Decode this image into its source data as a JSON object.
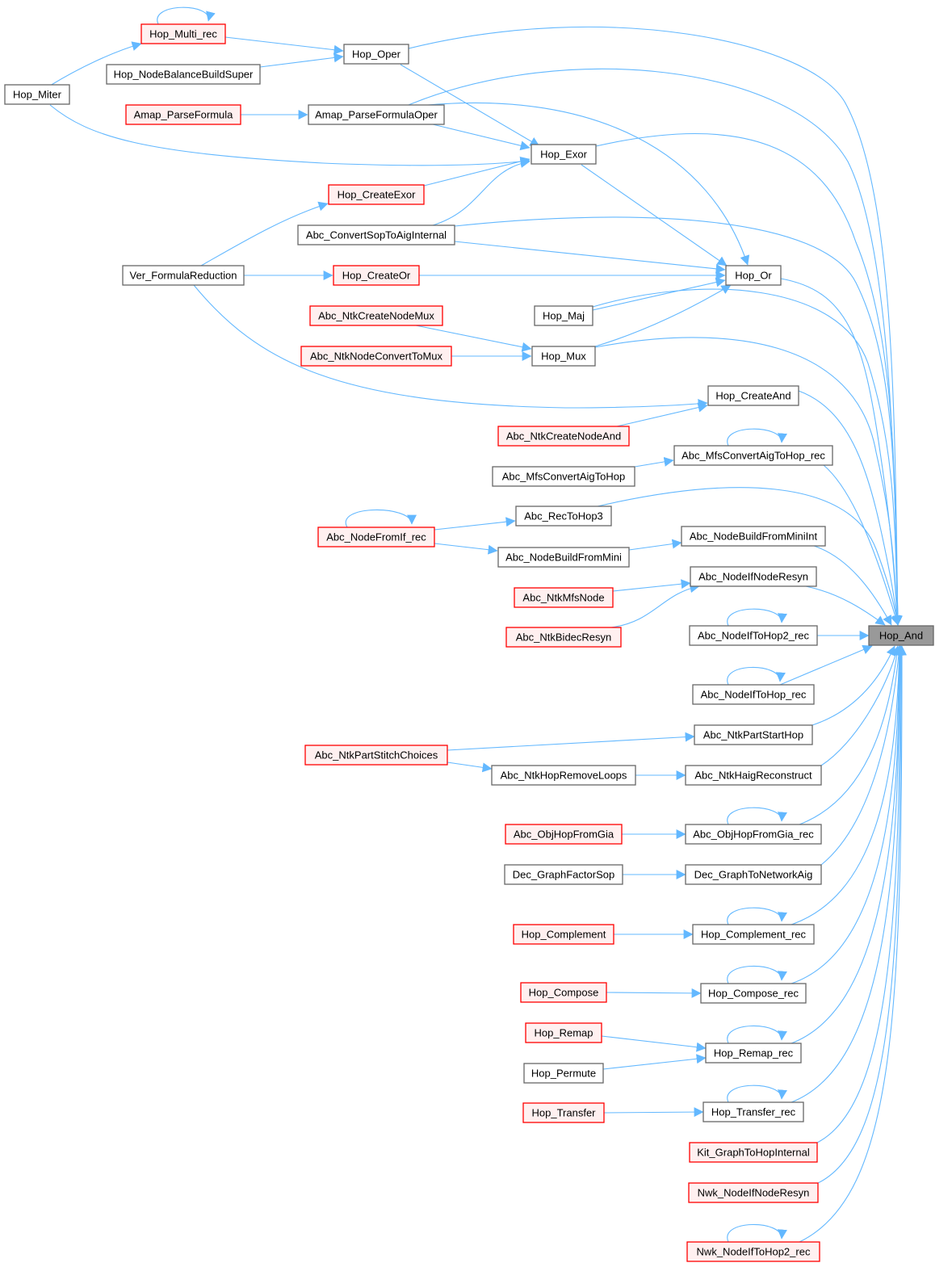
{
  "colors": {
    "edge": "#63b8ff",
    "normal_border": "#666666",
    "normal_fill": "#ffffff",
    "truncated_border": "#ff0000",
    "truncated_fill": "#fff0f0",
    "target_fill": "#999999",
    "target_border": "#666666"
  },
  "target": "Hop_And",
  "nodes": [
    {
      "id": "hop_and",
      "label": "Hop_And",
      "style": "target"
    },
    {
      "id": "hop_multi_rec",
      "label": "Hop_Multi_rec",
      "style": "truncated"
    },
    {
      "id": "hop_oper",
      "label": "Hop_Oper",
      "style": "normal"
    },
    {
      "id": "hop_nodebalancebuildsuper",
      "label": "Hop_NodeBalanceBuildSuper",
      "style": "normal"
    },
    {
      "id": "hop_miter",
      "label": "Hop_Miter",
      "style": "normal"
    },
    {
      "id": "amap_parseformula",
      "label": "Amap_ParseFormula",
      "style": "truncated"
    },
    {
      "id": "amap_parseformulaoper",
      "label": "Amap_ParseFormulaOper",
      "style": "normal"
    },
    {
      "id": "hop_exor",
      "label": "Hop_Exor",
      "style": "normal"
    },
    {
      "id": "hop_createexor",
      "label": "Hop_CreateExor",
      "style": "truncated"
    },
    {
      "id": "abc_convertsoptoaiginternal",
      "label": "Abc_ConvertSopToAigInternal",
      "style": "normal"
    },
    {
      "id": "ver_formulareduction",
      "label": "Ver_FormulaReduction",
      "style": "normal"
    },
    {
      "id": "hop_createor",
      "label": "Hop_CreateOr",
      "style": "truncated"
    },
    {
      "id": "hop_or",
      "label": "Hop_Or",
      "style": "normal"
    },
    {
      "id": "abc_ntkcreatenodemux",
      "label": "Abc_NtkCreateNodeMux",
      "style": "truncated"
    },
    {
      "id": "hop_maj",
      "label": "Hop_Maj",
      "style": "normal"
    },
    {
      "id": "abc_ntknodeconverttomux",
      "label": "Abc_NtkNodeConvertToMux",
      "style": "truncated"
    },
    {
      "id": "hop_mux",
      "label": "Hop_Mux",
      "style": "normal"
    },
    {
      "id": "hop_createand",
      "label": "Hop_CreateAnd",
      "style": "normal"
    },
    {
      "id": "abc_ntkcreatenodeand",
      "label": "Abc_NtkCreateNodeAnd",
      "style": "truncated"
    },
    {
      "id": "abc_mfsconvertaigtohop_rec",
      "label": "Abc_MfsConvertAigToHop_rec",
      "style": "normal"
    },
    {
      "id": "abc_mfsconvertaigtohop",
      "label": "Abc_MfsConvertAigToHop",
      "style": "normal"
    },
    {
      "id": "abc_rectohop3",
      "label": "Abc_RecToHop3",
      "style": "normal"
    },
    {
      "id": "abc_nodefromif_rec",
      "label": "Abc_NodeFromIf_rec",
      "style": "truncated"
    },
    {
      "id": "abc_nodebuildfromminiint",
      "label": "Abc_NodeBuildFromMiniInt",
      "style": "normal"
    },
    {
      "id": "abc_nodebuildfrommini",
      "label": "Abc_NodeBuildFromMini",
      "style": "normal"
    },
    {
      "id": "abc_nodeifnoderesyn",
      "label": "Abc_NodeIfNodeResyn",
      "style": "normal"
    },
    {
      "id": "abc_ntkmfsnode",
      "label": "Abc_NtkMfsNode",
      "style": "truncated"
    },
    {
      "id": "abc_ntkbidecresyn",
      "label": "Abc_NtkBidecResyn",
      "style": "truncated"
    },
    {
      "id": "abc_nodeiftohop2_rec",
      "label": "Abc_NodeIfToHop2_rec",
      "style": "normal"
    },
    {
      "id": "abc_nodeiftohop_rec",
      "label": "Abc_NodeIfToHop_rec",
      "style": "normal"
    },
    {
      "id": "abc_ntkpartstarthop",
      "label": "Abc_NtkPartStartHop",
      "style": "normal"
    },
    {
      "id": "abc_ntkpartstitchchoices",
      "label": "Abc_NtkPartStitchChoices",
      "style": "truncated"
    },
    {
      "id": "abc_ntkhopremoveloops",
      "label": "Abc_NtkHopRemoveLoops",
      "style": "normal"
    },
    {
      "id": "abc_ntkhaigreconstruct",
      "label": "Abc_NtkHaigReconstruct",
      "style": "normal"
    },
    {
      "id": "abc_objhopfromgia",
      "label": "Abc_ObjHopFromGia",
      "style": "truncated"
    },
    {
      "id": "abc_objhopfromgia_rec",
      "label": "Abc_ObjHopFromGia_rec",
      "style": "normal"
    },
    {
      "id": "dec_graphfactorsop",
      "label": "Dec_GraphFactorSop",
      "style": "normal"
    },
    {
      "id": "dec_graphtonetworkaig",
      "label": "Dec_GraphToNetworkAig",
      "style": "normal"
    },
    {
      "id": "hop_complement",
      "label": "Hop_Complement",
      "style": "truncated"
    },
    {
      "id": "hop_complement_rec",
      "label": "Hop_Complement_rec",
      "style": "normal"
    },
    {
      "id": "hop_compose",
      "label": "Hop_Compose",
      "style": "truncated"
    },
    {
      "id": "hop_compose_rec",
      "label": "Hop_Compose_rec",
      "style": "normal"
    },
    {
      "id": "hop_remap",
      "label": "Hop_Remap",
      "style": "truncated"
    },
    {
      "id": "hop_remap_rec",
      "label": "Hop_Remap_rec",
      "style": "normal"
    },
    {
      "id": "hop_permute",
      "label": "Hop_Permute",
      "style": "normal"
    },
    {
      "id": "hop_transfer",
      "label": "Hop_Transfer",
      "style": "truncated"
    },
    {
      "id": "hop_transfer_rec",
      "label": "Hop_Transfer_rec",
      "style": "normal"
    },
    {
      "id": "kit_graphtohopinternal",
      "label": "Kit_GraphToHopInternal",
      "style": "truncated"
    },
    {
      "id": "nwk_nodeifnoderesyn",
      "label": "Nwk_NodeIfNodeResyn",
      "style": "truncated"
    },
    {
      "id": "nwk_nodeiftohop2_rec",
      "label": "Nwk_NodeIfToHop2_rec",
      "style": "truncated"
    }
  ],
  "edges": [
    {
      "from": "hop_multi_rec",
      "to": "hop_multi_rec"
    },
    {
      "from": "hop_multi_rec",
      "to": "hop_oper"
    },
    {
      "from": "hop_miter",
      "to": "hop_multi_rec"
    },
    {
      "from": "hop_nodebalancebuildsuper",
      "to": "hop_oper"
    },
    {
      "from": "hop_oper",
      "to": "hop_exor"
    },
    {
      "from": "hop_oper",
      "to": "hop_and"
    },
    {
      "from": "hop_miter",
      "to": "hop_exor"
    },
    {
      "from": "amap_parseformula",
      "to": "amap_parseformulaoper"
    },
    {
      "from": "amap_parseformulaoper",
      "to": "hop_exor"
    },
    {
      "from": "amap_parseformulaoper",
      "to": "hop_or"
    },
    {
      "from": "amap_parseformulaoper",
      "to": "hop_and"
    },
    {
      "from": "hop_createexor",
      "to": "hop_exor"
    },
    {
      "from": "ver_formulareduction",
      "to": "hop_createexor"
    },
    {
      "from": "abc_convertsoptoaiginternal",
      "to": "hop_exor"
    },
    {
      "from": "abc_convertsoptoaiginternal",
      "to": "hop_or"
    },
    {
      "from": "abc_convertsoptoaiginternal",
      "to": "hop_and"
    },
    {
      "from": "hop_exor",
      "to": "hop_or"
    },
    {
      "from": "hop_exor",
      "to": "hop_and"
    },
    {
      "from": "ver_formulareduction",
      "to": "hop_createor"
    },
    {
      "from": "ver_formulareduction",
      "to": "hop_createand"
    },
    {
      "from": "hop_createor",
      "to": "hop_or"
    },
    {
      "from": "hop_maj",
      "to": "hop_or"
    },
    {
      "from": "hop_maj",
      "to": "hop_and"
    },
    {
      "from": "hop_mux",
      "to": "hop_or"
    },
    {
      "from": "hop_mux",
      "to": "hop_and"
    },
    {
      "from": "hop_or",
      "to": "hop_and"
    },
    {
      "from": "abc_ntkcreatenodemux",
      "to": "hop_mux"
    },
    {
      "from": "abc_ntknodeconverttomux",
      "to": "hop_mux"
    },
    {
      "from": "abc_ntkcreatenodeand",
      "to": "hop_createand"
    },
    {
      "from": "hop_createand",
      "to": "hop_and"
    },
    {
      "from": "abc_mfsconvertaigtohop_rec",
      "to": "abc_mfsconvertaigtohop_rec"
    },
    {
      "from": "abc_mfsconvertaigtohop",
      "to": "abc_mfsconvertaigtohop_rec"
    },
    {
      "from": "abc_mfsconvertaigtohop_rec",
      "to": "hop_and"
    },
    {
      "from": "abc_nodefromif_rec",
      "to": "abc_nodefromif_rec"
    },
    {
      "from": "abc_nodefromif_rec",
      "to": "abc_rectohop3"
    },
    {
      "from": "abc_nodefromif_rec",
      "to": "abc_nodebuildfrommini"
    },
    {
      "from": "abc_rectohop3",
      "to": "hop_and"
    },
    {
      "from": "abc_nodebuildfrommini",
      "to": "abc_nodebuildfromminiint"
    },
    {
      "from": "abc_nodebuildfromminiint",
      "to": "hop_and"
    },
    {
      "from": "abc_ntkmfsnode",
      "to": "abc_nodeifnoderesyn"
    },
    {
      "from": "abc_ntkbidecresyn",
      "to": "abc_nodeifnoderesyn"
    },
    {
      "from": "abc_nodeifnoderesyn",
      "to": "hop_and"
    },
    {
      "from": "abc_nodeiftohop2_rec",
      "to": "abc_nodeiftohop2_rec"
    },
    {
      "from": "abc_nodeiftohop2_rec",
      "to": "hop_and"
    },
    {
      "from": "abc_nodeiftohop_rec",
      "to": "abc_nodeiftohop_rec"
    },
    {
      "from": "abc_nodeiftohop_rec",
      "to": "hop_and"
    },
    {
      "from": "abc_ntkpartstitchchoices",
      "to": "abc_ntkpartstarthop"
    },
    {
      "from": "abc_ntkpartstitchchoices",
      "to": "abc_ntkhopremoveloops"
    },
    {
      "from": "abc_ntkpartstarthop",
      "to": "hop_and"
    },
    {
      "from": "abc_ntkhopremoveloops",
      "to": "abc_ntkhaigreconstruct"
    },
    {
      "from": "abc_ntkhaigreconstruct",
      "to": "hop_and"
    },
    {
      "from": "abc_objhopfromgia_rec",
      "to": "abc_objhopfromgia_rec"
    },
    {
      "from": "abc_objhopfromgia",
      "to": "abc_objhopfromgia_rec"
    },
    {
      "from": "abc_objhopfromgia_rec",
      "to": "hop_and"
    },
    {
      "from": "dec_graphfactorsop",
      "to": "dec_graphtonetworkaig"
    },
    {
      "from": "dec_graphtonetworkaig",
      "to": "hop_and"
    },
    {
      "from": "hop_complement_rec",
      "to": "hop_complement_rec"
    },
    {
      "from": "hop_complement",
      "to": "hop_complement_rec"
    },
    {
      "from": "hop_complement_rec",
      "to": "hop_and"
    },
    {
      "from": "hop_compose_rec",
      "to": "hop_compose_rec"
    },
    {
      "from": "hop_compose",
      "to": "hop_compose_rec"
    },
    {
      "from": "hop_compose_rec",
      "to": "hop_and"
    },
    {
      "from": "hop_remap_rec",
      "to": "hop_remap_rec"
    },
    {
      "from": "hop_remap",
      "to": "hop_remap_rec"
    },
    {
      "from": "hop_permute",
      "to": "hop_remap_rec"
    },
    {
      "from": "hop_remap_rec",
      "to": "hop_and"
    },
    {
      "from": "hop_transfer_rec",
      "to": "hop_transfer_rec"
    },
    {
      "from": "hop_transfer",
      "to": "hop_transfer_rec"
    },
    {
      "from": "hop_transfer_rec",
      "to": "hop_and"
    },
    {
      "from": "kit_graphtohopinternal",
      "to": "hop_and"
    },
    {
      "from": "nwk_nodeifnoderesyn",
      "to": "hop_and"
    },
    {
      "from": "nwk_nodeiftohop2_rec",
      "to": "nwk_nodeiftohop2_rec"
    },
    {
      "from": "nwk_nodeiftohop2_rec",
      "to": "hop_and"
    }
  ]
}
